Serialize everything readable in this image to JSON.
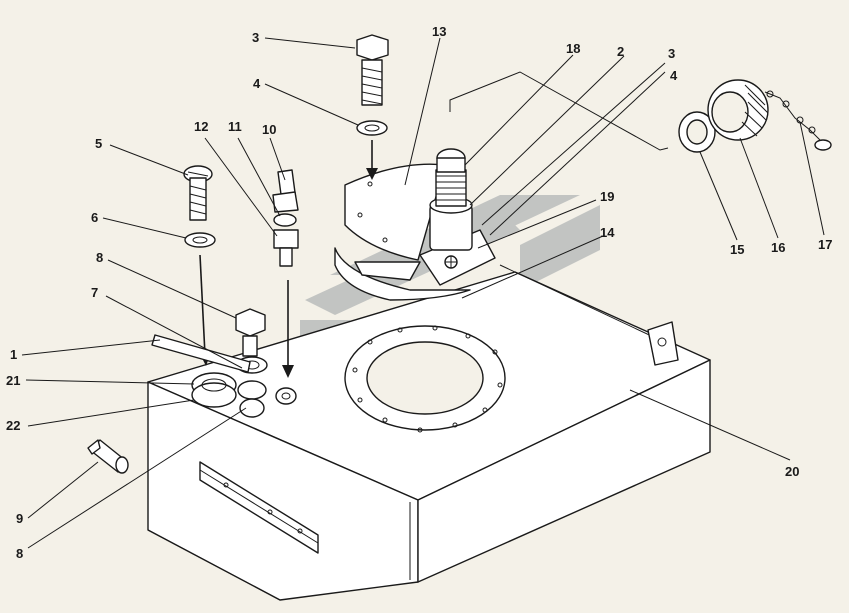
{
  "colors": {
    "background": "#f4f1e8",
    "line": "#1a1a1a",
    "watermark": "#9aa0a4"
  },
  "watermark": {
    "icon": "rail-logo-watermark"
  },
  "callouts": [
    {
      "id": "c1",
      "label": "1"
    },
    {
      "id": "c2",
      "label": "2"
    },
    {
      "id": "c3a",
      "label": "3"
    },
    {
      "id": "c3b",
      "label": "3"
    },
    {
      "id": "c4a",
      "label": "4"
    },
    {
      "id": "c4b",
      "label": "4"
    },
    {
      "id": "c5",
      "label": "5"
    },
    {
      "id": "c6",
      "label": "6"
    },
    {
      "id": "c7",
      "label": "7"
    },
    {
      "id": "c8a",
      "label": "8"
    },
    {
      "id": "c8b",
      "label": "8"
    },
    {
      "id": "c9",
      "label": "9"
    },
    {
      "id": "c10",
      "label": "10"
    },
    {
      "id": "c11",
      "label": "11"
    },
    {
      "id": "c12",
      "label": "12"
    },
    {
      "id": "c13",
      "label": "13"
    },
    {
      "id": "c14",
      "label": "14"
    },
    {
      "id": "c15",
      "label": "15"
    },
    {
      "id": "c16",
      "label": "16"
    },
    {
      "id": "c17",
      "label": "17"
    },
    {
      "id": "c18",
      "label": "18"
    },
    {
      "id": "c19",
      "label": "19"
    },
    {
      "id": "c20",
      "label": "20"
    },
    {
      "id": "c21",
      "label": "21"
    },
    {
      "id": "c22",
      "label": "22"
    }
  ]
}
